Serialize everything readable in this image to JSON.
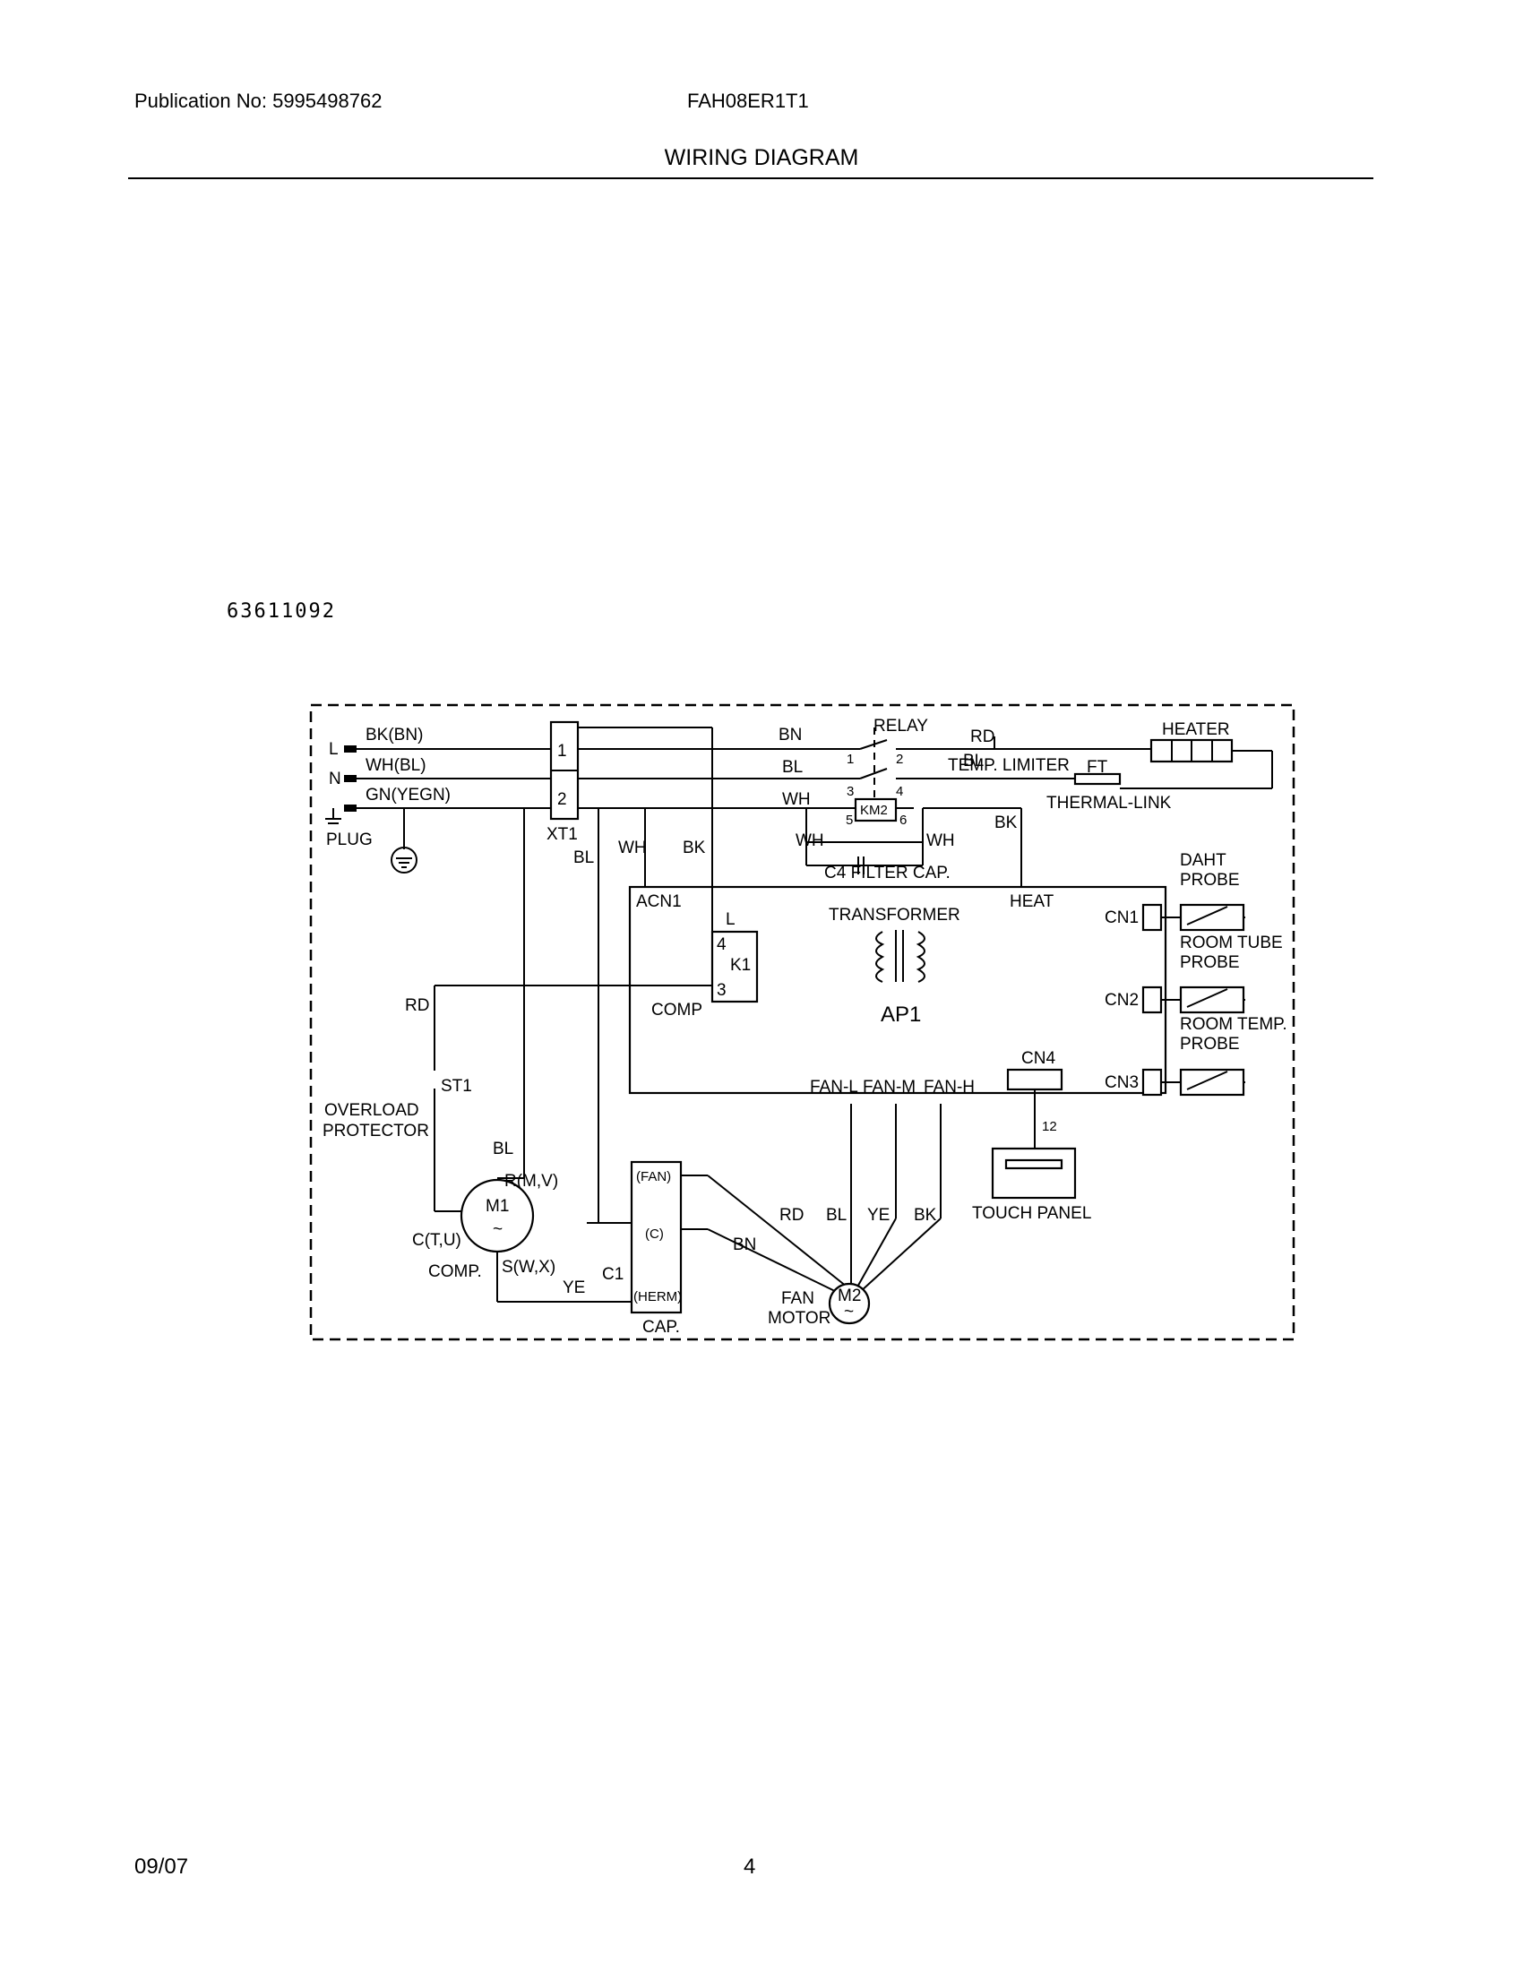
{
  "header": {
    "publication": "Publication No: 5995498762",
    "model": "FAH08ER1T1",
    "title": "WIRING DIAGRAM"
  },
  "doc_number": "63611092",
  "footer": {
    "date": "09/07",
    "page": "4"
  },
  "diagram": {
    "power": {
      "L": "L",
      "N": "N",
      "wire_l": "BK(BN)",
      "wire_n": "WH(BL)",
      "wire_g": "GN(YEGN)",
      "plug": "PLUG",
      "terminal_block": "XT1",
      "term1": "1",
      "term2": "2"
    },
    "wires": {
      "xt1_wh": "WH",
      "xt1_bl": "BL",
      "xt1_bk": "BK",
      "relay_bn": "BN",
      "relay_bl": "BL",
      "relay_wh1": "WH",
      "relay_wh2": "WH",
      "relay_wh3": "WH",
      "thermal_bl": "BL",
      "heat_bk": "BK",
      "comp_rd": "RD",
      "comp_bl": "BL",
      "comp_ye": "YE",
      "fan_rd": "RD",
      "fan_bl": "BL",
      "fan_ye": "YE",
      "fan_bk": "BK",
      "cap_bn": "BN",
      "limiter_rd": "RD"
    },
    "relay": {
      "label": "RELAY",
      "p1": "1",
      "p2": "2",
      "p3": "3",
      "p4": "4",
      "km2": "KM2",
      "p5": "5",
      "p6": "6",
      "filter_cap": "C4 FILTER CAP."
    },
    "heater": {
      "label": "HEATER",
      "temp_limiter": "TEMP. LIMITER",
      "ft": "FT",
      "thermal_link": "THERMAL-LINK"
    },
    "board": {
      "label": "AP1",
      "transformer": "TRANSFORMER",
      "acn1": "ACN1",
      "l": "L",
      "k1": "K1",
      "k1_4": "4",
      "k1_3": "3",
      "comp": "COMP",
      "heat": "HEAT",
      "fan_l": "FAN-L",
      "fan_m": "FAN-M",
      "fan_h": "FAN-H",
      "cn1": "CN1",
      "cn2": "CN2",
      "cn3": "CN3",
      "cn4": "CN4",
      "cn4_wires": "12"
    },
    "probes": {
      "daht": "DAHT",
      "daht2": "PROBE",
      "room_tube": "ROOM TUBE",
      "room_tube2": "PROBE",
      "room_temp": "ROOM TEMP.",
      "room_temp2": "PROBE"
    },
    "touch_panel": "TOUCH PANEL",
    "compressor": {
      "m1": "M1",
      "tilde": "~",
      "r": "R(M,V)",
      "c": "C(T,U)",
      "s": "S(W,X)",
      "label": "COMP.",
      "overload1": "OVERLOAD",
      "overload2": "PROTECTOR",
      "st1": "ST1"
    },
    "capacitor": {
      "fan": "(FAN)",
      "c": "(C)",
      "herm": "(HERM)",
      "c1": "C1",
      "label": "CAP."
    },
    "fan_motor": {
      "m2": "M2",
      "tilde": "~",
      "label1": "FAN",
      "label2": "MOTOR"
    }
  }
}
